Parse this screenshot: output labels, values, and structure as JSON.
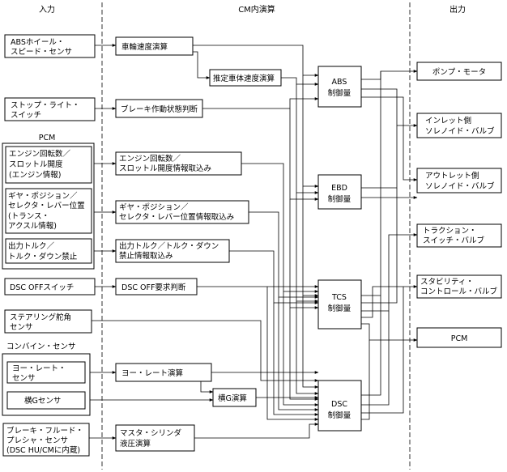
{
  "headers": {
    "input": "入力",
    "cm": "CM内演算",
    "output": "出力"
  },
  "inputs": {
    "abs_wheel_speed_sensor": [
      "ABSホイール・",
      "スピード・センサ"
    ],
    "stop_light_switch": [
      "ストップ・ライト・",
      "スイッチ"
    ],
    "pcm_group": "PCM",
    "engine_speed": [
      "エンジン回転数／",
      "スロットル開度",
      "(エンジン情報)"
    ],
    "gear_position": [
      "ギヤ・ポジション／",
      "セレクタ・レバー位置",
      "(トランス・",
      "アクスル情報)"
    ],
    "output_torque": [
      "出力トルク／",
      "トルク・ダウン禁止"
    ],
    "dsc_off_switch": [
      "DSC OFFスイッチ"
    ],
    "steering_angle_sensor": [
      "ステアリング舵角",
      "センサ"
    ],
    "combine_group": "コンバイン・センサ",
    "yaw_rate_sensor": [
      "ヨー・レート・",
      "センサ"
    ],
    "lateral_g_sensor": [
      "横Gセンサ"
    ],
    "brake_fluid_pressure_sensor": [
      "ブレーキ・フルード・",
      "プレシャ・センサ",
      "(DSC HU/CMに内蔵)"
    ]
  },
  "processes": {
    "wheel_speed_calc": [
      "車輪速度演算"
    ],
    "vehicle_speed_est": [
      "推定車体速度演算"
    ],
    "brake_state": [
      "ブレーキ作動状態判断"
    ],
    "engine_info_in": [
      "エンジン回転数／",
      "スロットル開度情報取込み"
    ],
    "gear_info_in": [
      "ギヤ・ポジション／",
      "セレクタ・レバー位置情報取込み"
    ],
    "torque_info_in": [
      "出力トルク／トルク・ダウン",
      "禁止情報取込み"
    ],
    "dsc_off_judge": [
      "DSC OFF要求判断"
    ],
    "yaw_rate_calc": [
      "ヨー・レート演算"
    ],
    "lateral_g_calc": [
      "横G演算"
    ],
    "master_cyl_calc": [
      "マスタ・シリンダ",
      "液圧演算"
    ]
  },
  "controllers": {
    "abs": [
      "ABS",
      "制御量"
    ],
    "ebd": [
      "EBD",
      "制御量"
    ],
    "tcs": [
      "TCS",
      "制御量"
    ],
    "dsc": [
      "DSC",
      "制御量"
    ]
  },
  "outputs": {
    "pump_motor": [
      "ポンプ・モータ"
    ],
    "inlet_valve": [
      "インレット側",
      "ソレノイド・バルブ"
    ],
    "outlet_valve": [
      "アウトレット側",
      "ソレノイド・バルブ"
    ],
    "traction_valve": [
      "トラクション・",
      "スイッチ・バルブ"
    ],
    "stability_valve": [
      "スタビリティ・",
      "コントロール・バルブ"
    ],
    "pcm_out": [
      "PCM"
    ]
  }
}
